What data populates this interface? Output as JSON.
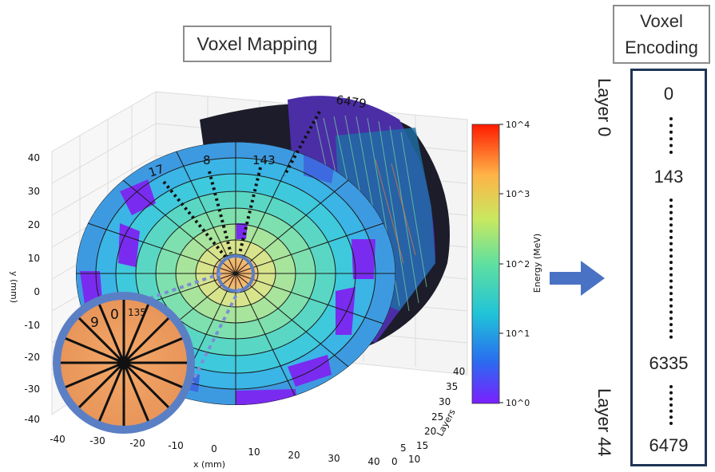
{
  "mapping": {
    "title": "Voxel Mapping",
    "voxel_labels": [
      "6479",
      "17",
      "8",
      "143"
    ],
    "inset_labels": [
      "9",
      "0",
      "135"
    ]
  },
  "plot": {
    "x_label": "x (mm)",
    "y_label": "y (mm)",
    "layers_label": "Layers",
    "x_ticks": [
      "-40",
      "-30",
      "-20",
      "-10",
      "0",
      "10",
      "20",
      "30",
      "40"
    ],
    "y_ticks": [
      "40",
      "30",
      "20",
      "10",
      "0",
      "-10",
      "-20",
      "-30",
      "-40"
    ],
    "layer_ticks": [
      "40",
      "35",
      "30",
      "25",
      "20",
      "15",
      "10",
      "5",
      "0"
    ]
  },
  "colorbar": {
    "label": "Energy (MeV)",
    "ticks": [
      "10^4",
      "10^3",
      "10^2",
      "10^1",
      "10^0"
    ],
    "scale": "log",
    "range": [
      1,
      10000
    ],
    "colormap": "rainbow"
  },
  "encoding": {
    "title_line1": "Voxel",
    "title_line2": "Encoding",
    "values": [
      "0",
      "143",
      "6335",
      "6479"
    ],
    "layer_first": "Layer 0",
    "layer_last": "Layer 44"
  },
  "colors": {
    "arrow": "#4a72c4",
    "encoding_border": "#1f3556",
    "inset_ring": "#5b7fc4"
  }
}
